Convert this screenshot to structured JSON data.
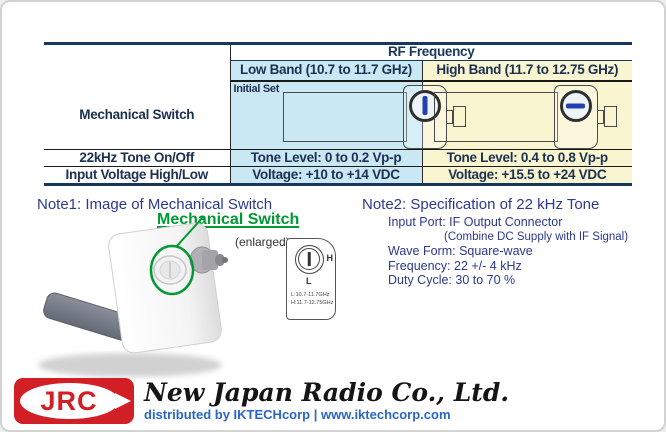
{
  "table": {
    "rf_header": "RF Frequency",
    "col_low": "Low Band (10.7 to 11.7 GHz)",
    "col_high": "High Band (11.7 to 12.75 GHz)",
    "row_switch_label": "Mechanical Switch",
    "initial_set": "Initial Set",
    "switch_low_orientation": "dial slot vertical",
    "switch_high_orientation": "dial slot horizontal",
    "row_tone_label": "22kHz Tone On/Off",
    "tone_low": "Tone Level: 0 to 0.2 Vp-p",
    "tone_high": "Tone Level: 0.4 to 0.8 Vp-p",
    "row_voltage_label": "Input Voltage High/Low",
    "voltage_low": "Voltage: +10 to +14 VDC",
    "voltage_high": "Voltage: +15.5 to +24 VDC"
  },
  "notes": {
    "note1_title": "Note1: Image of Mechanical Switch",
    "switch_callout": "Mechanical Switch",
    "enlarged_label": "(enlarged)",
    "dial_h": "H",
    "dial_l": "L",
    "dial_line1": "L:10.7-11.7GHz",
    "dial_line2": "H:11.7-12.75GHz",
    "note2_title": "Note2: Specification of 22 kHz Tone",
    "note2_lines": [
      "Input Port: IF Output Connector",
      "(Combine DC Supply with IF Signal)",
      "Wave Form: Square-wave",
      "Frequency: 22 +/- 4 kHz",
      "Duty Cycle: 30 to 70 %"
    ]
  },
  "footer": {
    "logo_text": "JRC",
    "company": "New Japan Radio Co., Ltd.",
    "distributor": "distributed by IKTECHcorp | www.iktechcorp.com"
  },
  "colors": {
    "table_border_navy": "#17375d",
    "low_band_bg": "#c9e8f4",
    "high_band_bg": "#f8f5d0",
    "note_text_blue": "#2b3990",
    "callout_green": "#009933",
    "dial_slot_blue": "#2340b0",
    "logo_red": "#d21f26",
    "distributor_blue": "#2a65c8"
  }
}
